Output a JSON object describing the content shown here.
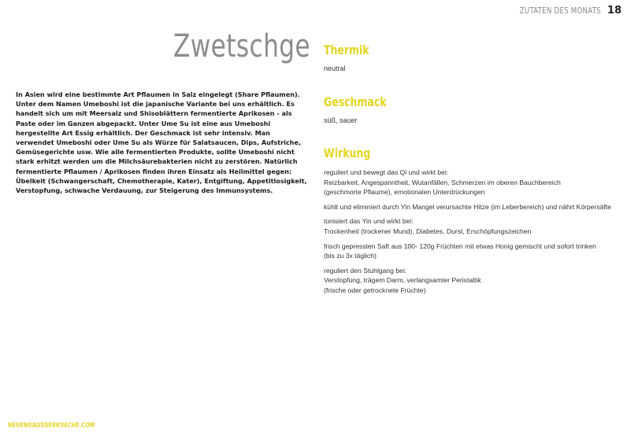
{
  "header": {
    "section": "ZUTATEN DES MONATS",
    "page_number": "18"
  },
  "title": "Zwetschge",
  "intro": "In Asien wird eine bestimmte Art Pflaumen in Salz eingelegt (Share Pflaumen). Unter dem Namen Umeboshi ist die japanische Variante bei uns erhältlich. Es handelt sich um mit Meersalz und Shisoblättern fermentierte Aprikosen - als Paste oder im Ganzen abgepackt. Unter Ume Su ist eine aus Umeboshi hergestellte Art Essig erhältlich. Der Geschmack ist sehr intensiv. Man verwendet Umeboshi oder Ume Su als Würze für Salatsaucen, Dips, Aufstriche, Gemüsegerichte usw. Wie alle fermentierten Produkte, sollte Umeboshi nicht stark erhitzt werden um die Milchsäurebakterien nicht zu zerstören. Natürlich fermentierte Pflaumen / Aprikosen finden ihren Einsatz als Heilmittel gegen: Übelkeit (Schwangerschaft, Chemotherapie, Kater), Entgiftung, Appetitlosigkeit, Verstopfung, schwache Verdauung, zur Steigerung des Immunsystems.",
  "thermik": {
    "heading": "Thermik",
    "value": "neutral"
  },
  "geschmack": {
    "heading": "Geschmack",
    "value": "süß, sauer"
  },
  "wirkung": {
    "heading": "Wirkung",
    "items": [
      "reguliert und bewegt das Qi und wirkt bei:\nReizbarkeit, Angespanntheit, Wutanfällen, Schmerzen im oberen Bauchbereich\n(geschmorte Pflaume), emotionalen Unterdrückungen",
      "kühlt und eliminiert durch Yin Mangel verursachte Hitze (im Leberbereich) und nährt Körpersäfte",
      "tonisiert das Yin und wirkt bei:\nTrockenheit (trockener Mund), Diabetes, Durst, Erschöpfungszeichen",
      "frisch gepressten Saft aus 100- 120g Früchten mit etwas Honig gemischt und sofort trinken\n(bis zu 3x täglich)",
      "reguliert den Stuhlgang bei:\nVerstopfung, trägem Darm, verlangsamter Peristaltik\n(frische oder getrocknete Früchte)"
    ]
  },
  "footer": {
    "website": "NEUENGAUSDERKUECHE.COM"
  },
  "colors": {
    "accent": "#e3d51f",
    "title_gray": "#8c8c8c"
  }
}
